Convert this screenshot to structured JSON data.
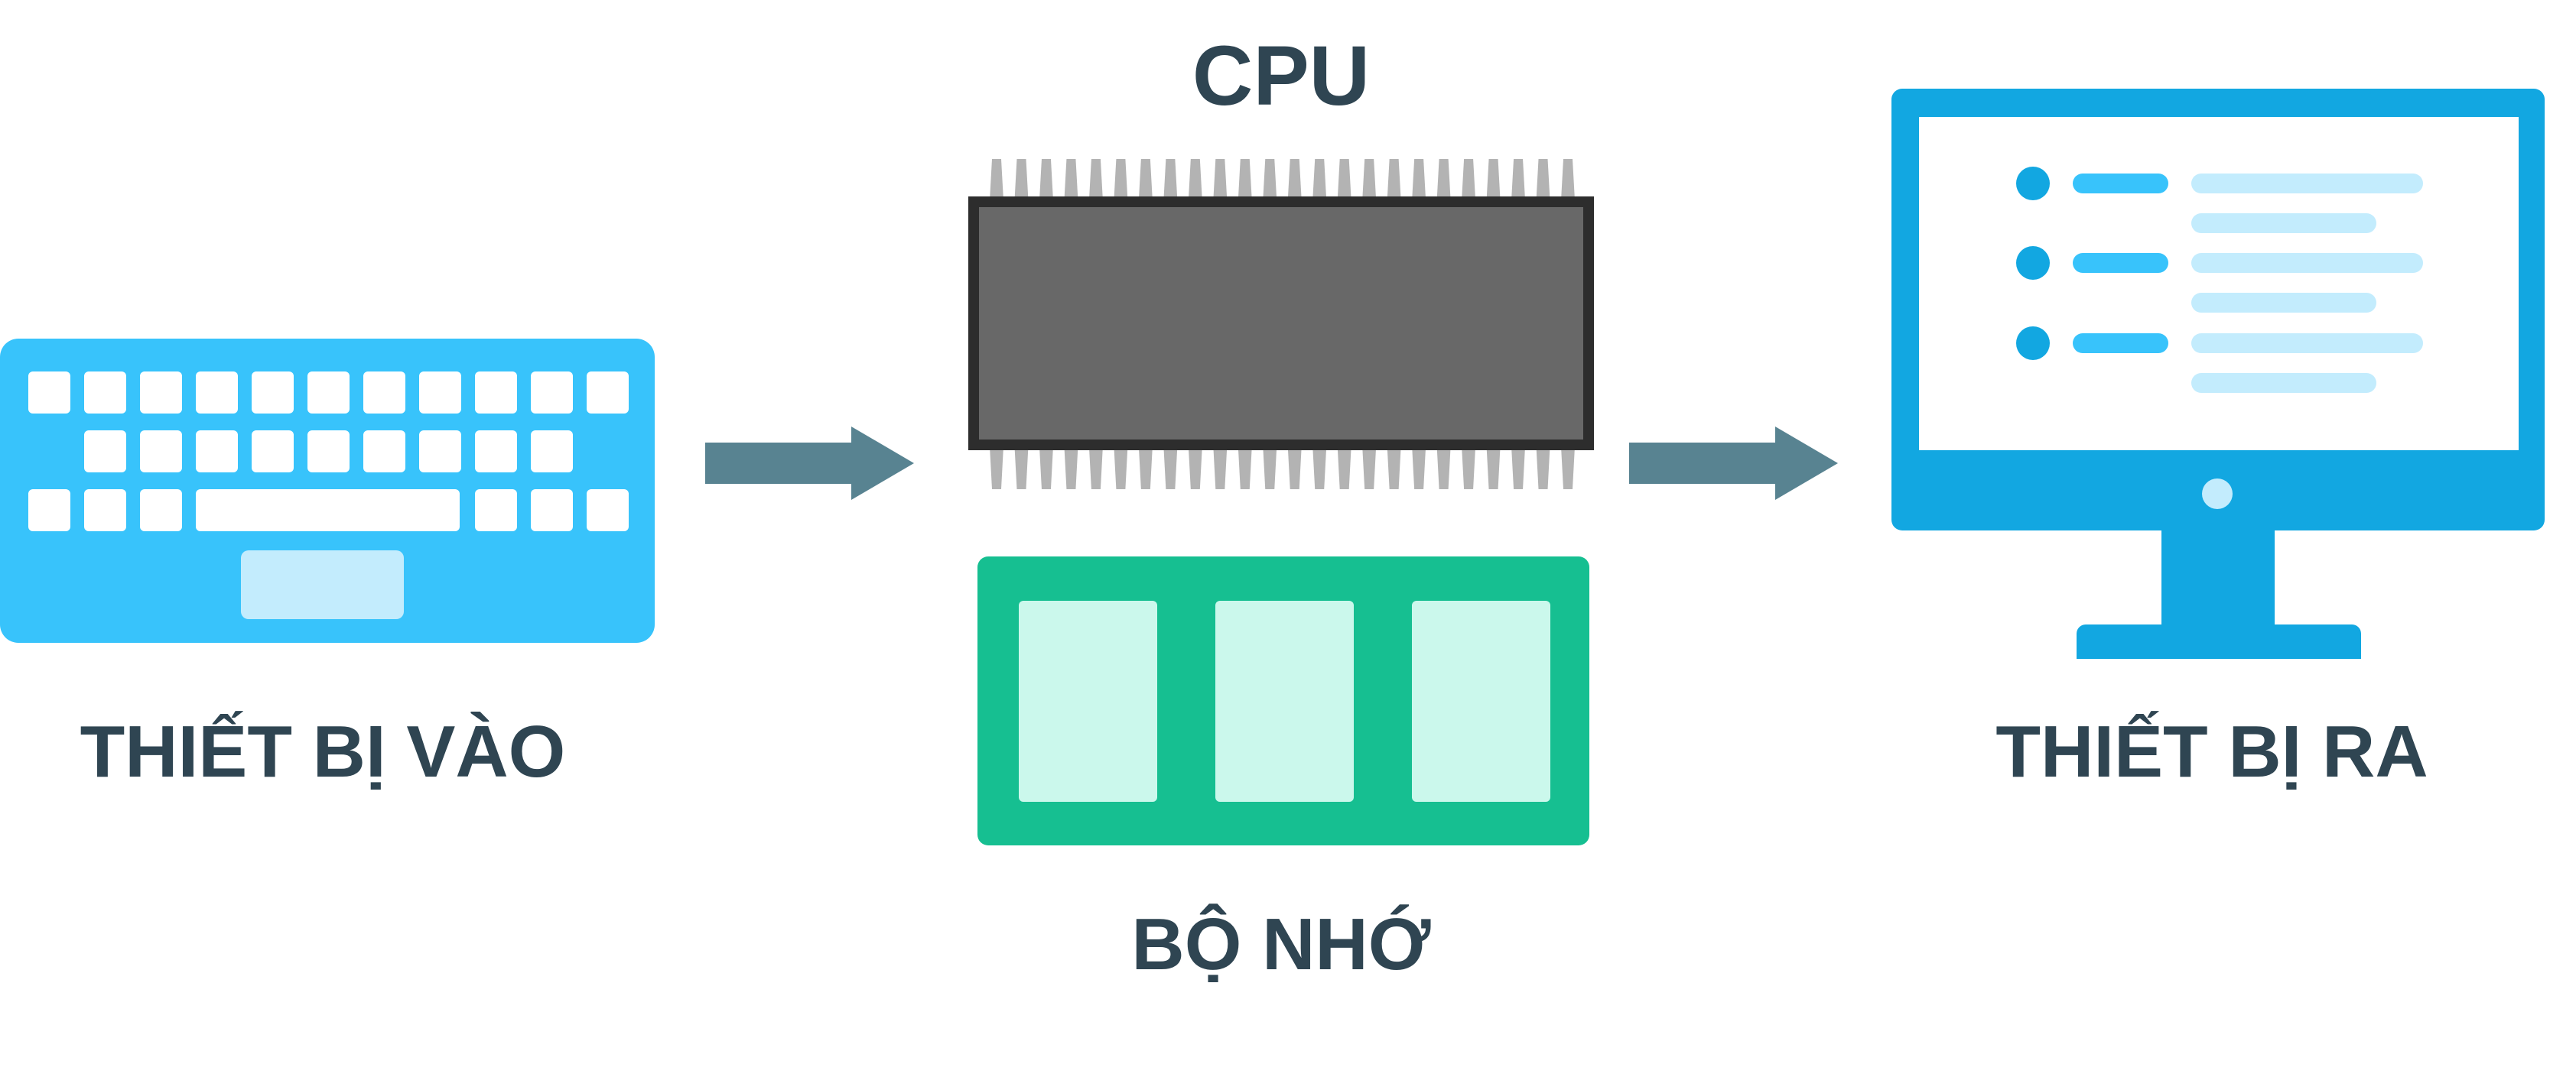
{
  "labels": {
    "input": "THIẾT BỊ VÀO",
    "cpu": "CPU",
    "memory": "BỘ NHỚ",
    "output": "THIẾT BỊ RA"
  },
  "colors": {
    "text": "#2f4552",
    "keyboard": "#38c3fb",
    "keyboard_keys": "#ffffff",
    "keyboard_trackpad": "#c3ecfd",
    "arrow": "#588391",
    "cpu_body": "#686868",
    "cpu_border": "#2d2d2d",
    "cpu_pins": "#b3b3b3",
    "memory_board": "#16bf91",
    "memory_chips": "#cbf8ec",
    "monitor": "#12a7e1",
    "monitor_screen": "#ffffff",
    "screen_accent": "#38c3fb",
    "screen_lines": "#c3ecfd"
  },
  "icons": {
    "input": "keyboard-icon",
    "cpu": "cpu-chip-icon",
    "memory": "memory-module-icon",
    "output": "monitor-icon",
    "flow": "arrow-right-icon"
  }
}
